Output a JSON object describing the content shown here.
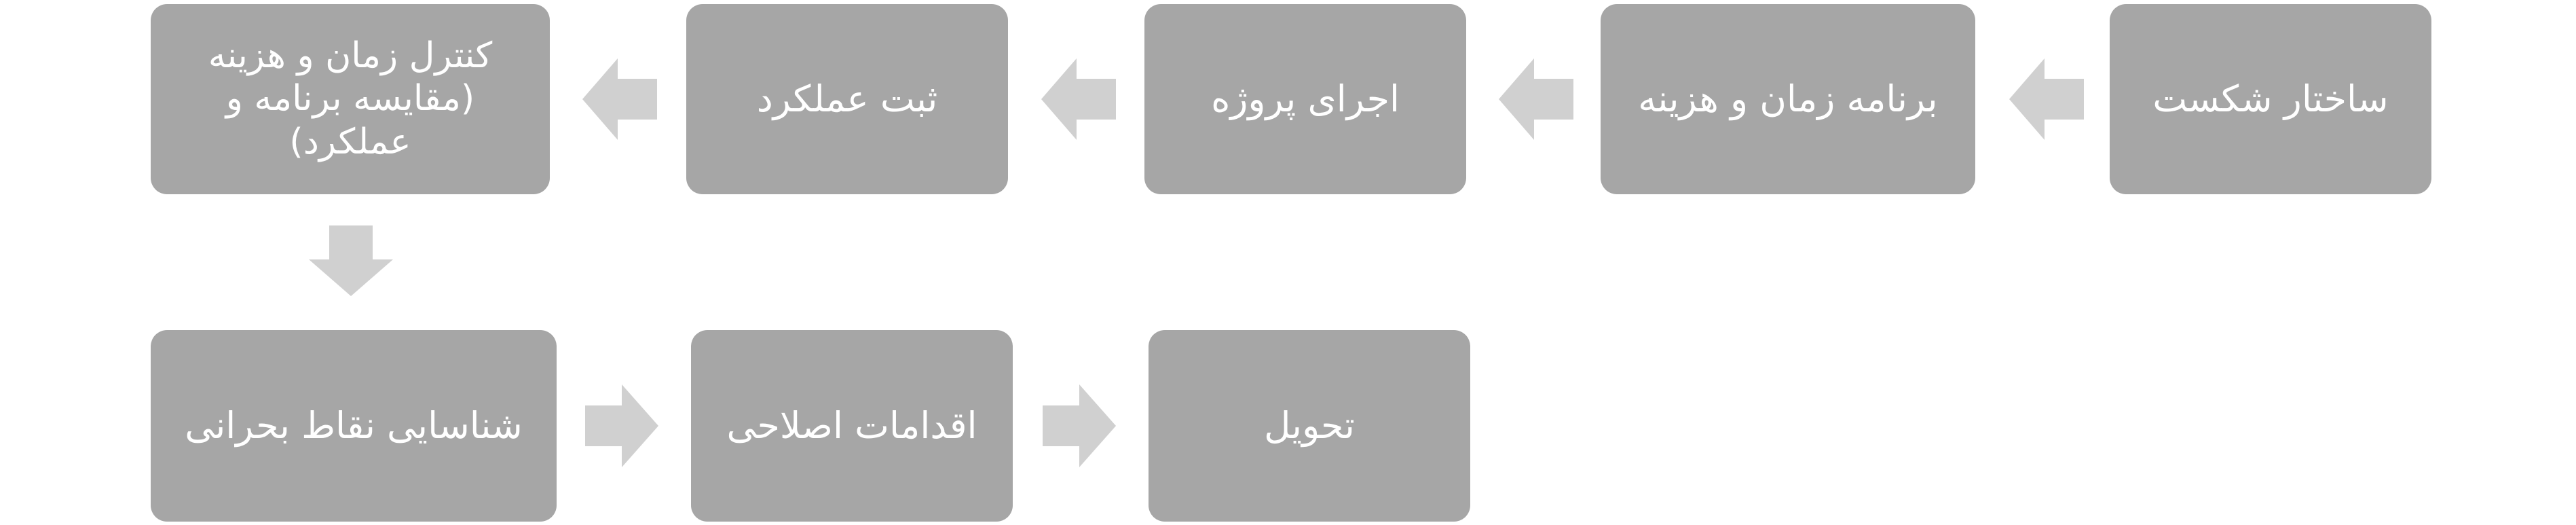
{
  "diagram": {
    "steps": [
      {
        "label": "ساختار شکست"
      },
      {
        "label": "برنامه زمان و هزینه"
      },
      {
        "label": "اجرای پروژه"
      },
      {
        "label": "ثبت عملکرد"
      },
      {
        "label_lines": [
          "کنترل زمان و هزینه",
          "(مقایسه برنامه و",
          "عملکرد)"
        ]
      },
      {
        "label": "شناسایی نقاط بحرانی"
      },
      {
        "label": "اقدامات اصلاحی"
      },
      {
        "label": "تحویل"
      }
    ],
    "colors": {
      "box_fill": "#a6a6a6",
      "box_text": "#ffffff",
      "arrow_fill": "#d0d0d0"
    }
  }
}
